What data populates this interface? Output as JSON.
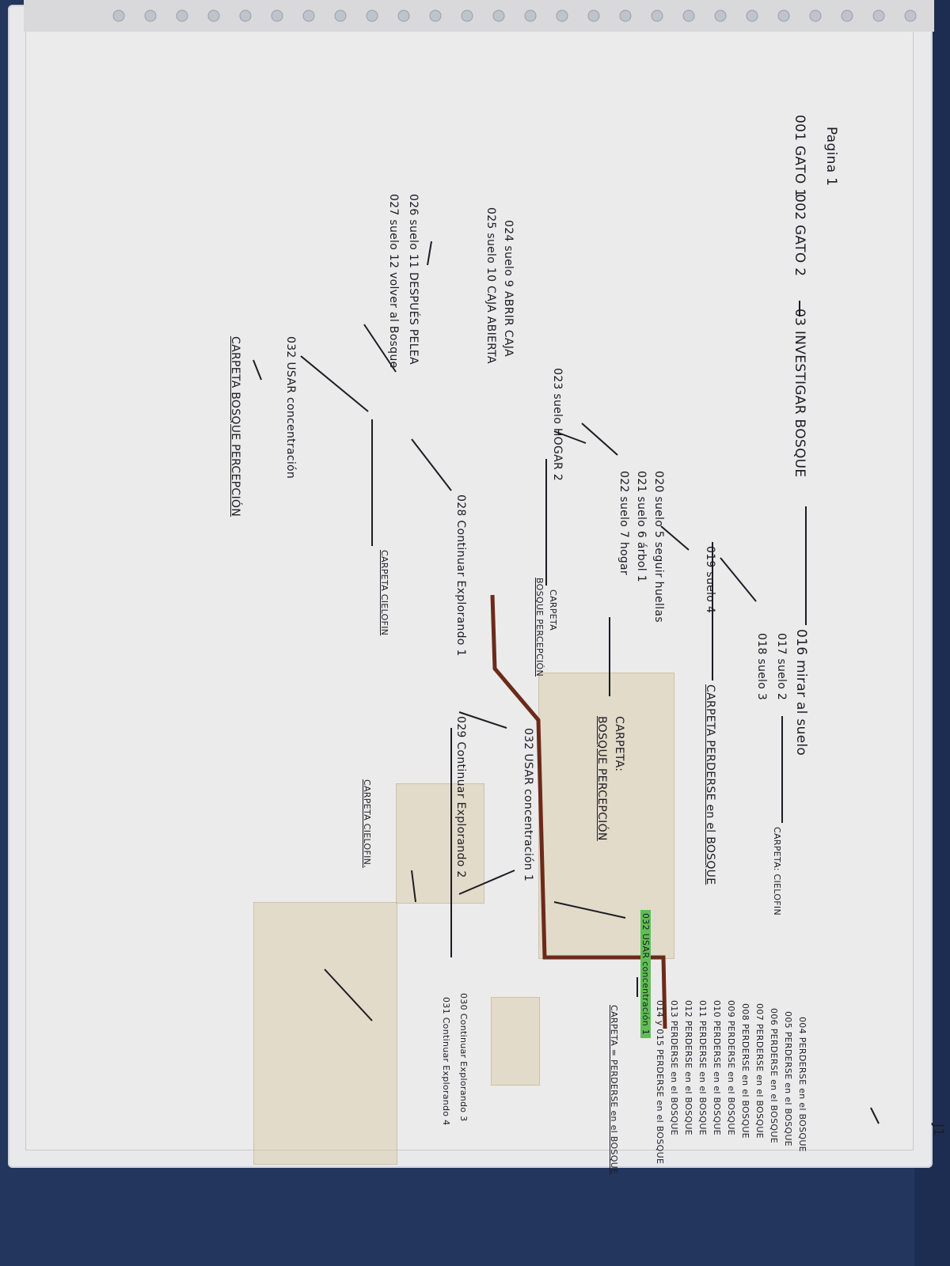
{
  "page_label": "Pagina 1",
  "corner_mark": "J1",
  "nodes": {
    "n001": "001 GATO 1",
    "n002": "002 GATO 2",
    "n003": "03 INVESTIGAR BOSQUE",
    "n016": "016 mirar al suelo",
    "n017": "017 suelo 2",
    "n018": "018 suelo 3",
    "carpeta_cielofin_top": "CARPETA: CIELOFIN",
    "n019": "019 suelo 4",
    "carpeta_perderse_bosque": "CARPETA PERDERSE en el BOSQUE",
    "n020": "020 suelo 5 seguir huellas",
    "n021": "021 suelo 6 árbol 1",
    "n022": "022 suelo 7 hogar",
    "carpeta_bosque_percepcion_1": "CARPETA:",
    "carpeta_bosque_percepcion_1b": "BOSQUE PERCEPCIÓN",
    "n032_green": "032 USAR concentración 1",
    "carpeta_perderse_bosque_2": "CARPETA = PERDERSE en el BOSQUE",
    "n023": "023 suelo HOGAR 2",
    "carpeta_bosque_percepcion_2a": "CARPETA",
    "carpeta_bosque_percepcion_2b": "BOSQUE PERCEPCIÓN",
    "n032b": "032 USAR concentración 1",
    "n024": "024 suelo 9 ABRIR CAJA",
    "n025": "025 suelo 10 CAJA ABIERTA",
    "n028": "028 Continuar Explorando 1",
    "n029": "029 Continuar Explorando 2",
    "n030": "030 Continuar Explorando 3",
    "n031": "031 Continuar Explorando 4",
    "n026": "026 suelo 11 DESPUÉS PELEA",
    "n027": "027 suelo 12 volver al Bosque",
    "carpeta_cielofin_2": "CARPETA CIELOFIN",
    "carpeta_cielofin_3": "CARPETA CIELOFIN.",
    "n032c": "032 USAR concentración",
    "carpeta_bosque_percepcion_3": "CARPETA BOSQUE PERCEPCIÓN"
  },
  "right_list": [
    "004 PERDERSE en el BOSQUE",
    "005 PERDERSE en el BOSQUE",
    "006 PERDERSE en el BOSQUE",
    "007 PERDERSE en el BOSQUE",
    "008 PERDERSE en el BOSQUE",
    "009 PERDERSE en el BOSQUE",
    "010 PERDERSE en el BOSQUE",
    "011 PERDERSE en el BOSQUE",
    "012 PERDERSE en el BOSQUE",
    "013 PERDERSE en el BOSQUE",
    "014 y 015 PERDERSE en el BOSQUE"
  ],
  "colors": {
    "ink": "#1c1c24",
    "brown_path": "#6b2a1a",
    "highlight_green": "#5fbf53",
    "binder_blue": "#23365e"
  }
}
